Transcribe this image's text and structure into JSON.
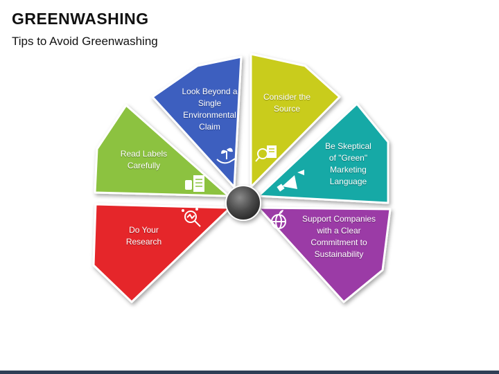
{
  "header": {
    "title": "GREENWASHING",
    "subtitle": "Tips to Avoid Greenwashing"
  },
  "segments": [
    {
      "label": "Do Your\nResearch",
      "color": "#e5262b",
      "icon": "search-analysis-icon"
    },
    {
      "label": "Read Labels\nCarefully",
      "color": "#8cc23f",
      "icon": "checklist-hand-icon"
    },
    {
      "label": "Look Beyond a\nSingle\nEnvironmental\nClaim",
      "color": "#3c5fbf",
      "icon": "plant-in-hand-icon"
    },
    {
      "label": "Consider the\nSource",
      "color": "#c9cc1e",
      "icon": "document-search-icon"
    },
    {
      "label": "Be Skeptical\nof \"Green\"\nMarketing\nLanguage",
      "color": "#16a9a6",
      "icon": "megaphone-icon"
    },
    {
      "label": "Support Companies\nwith a Clear\nCommitment to\nSustainability",
      "color": "#9b3aa6",
      "icon": "earth-apple-icon"
    }
  ]
}
